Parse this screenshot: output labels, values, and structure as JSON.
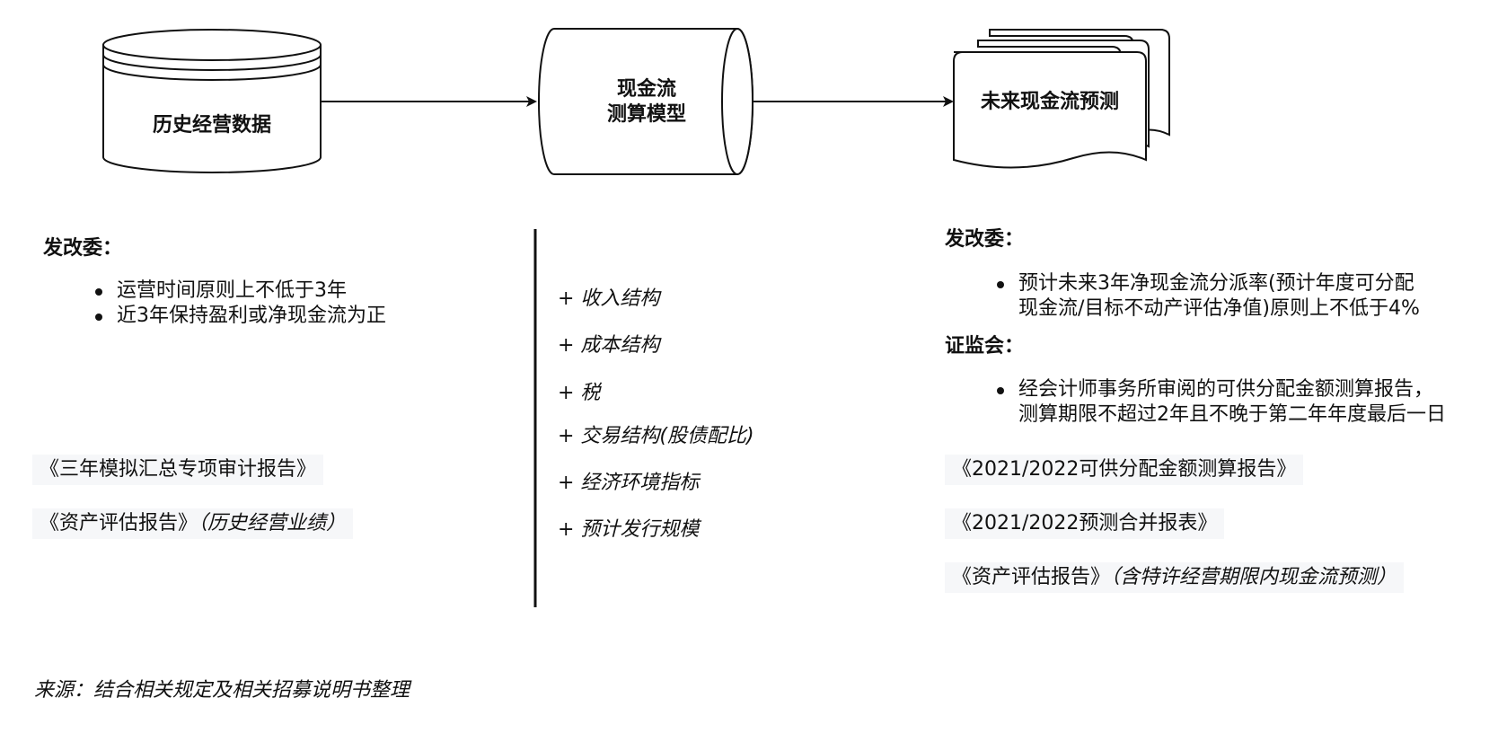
{
  "nodes": {
    "history": "历史经营数据",
    "model_line1": "现金流",
    "model_line2": "测算模型",
    "forecast": "未来现金流预测"
  },
  "left": {
    "heading": "发改委：",
    "bullets": [
      "运营时间原则上不低于3年",
      "近3年保持盈利或净现金流为正"
    ],
    "docs": [
      {
        "text": "《三年模拟汇总专项审计报告》",
        "note": ""
      },
      {
        "text": "《资产评估报告》",
        "note": "（历史经营业绩）"
      }
    ]
  },
  "middle": {
    "items": [
      "+ 收入结构",
      "+ 成本结构",
      "+ 税",
      "+ 交易结构(股债配比)",
      "+ 经济环境指标",
      "+ 预计发行规模"
    ]
  },
  "right": {
    "ndrc_heading": "发改委：",
    "ndrc_bullet_line1": "预计未来3年净现金流分派率(预计年度可分配",
    "ndrc_bullet_line2": "现金流/目标不动产评估净值)原则上不低于4%",
    "csrc_heading": "证监会：",
    "csrc_bullet_line1": "经会计师事务所审阅的可供分配金额测算报告，",
    "csrc_bullet_line2": "测算期限不超过2年且不晚于第二年年度最后一日",
    "docs": [
      {
        "text": "《2021/2022可供分配金额测算报告》",
        "note": ""
      },
      {
        "text": "《2021/2022预测合并报表》",
        "note": ""
      },
      {
        "text": "《资产评估报告》",
        "note": "（含特许经营期限内现金流预测）"
      }
    ]
  },
  "source": "来源：结合相关规定及相关招募说明书整理"
}
